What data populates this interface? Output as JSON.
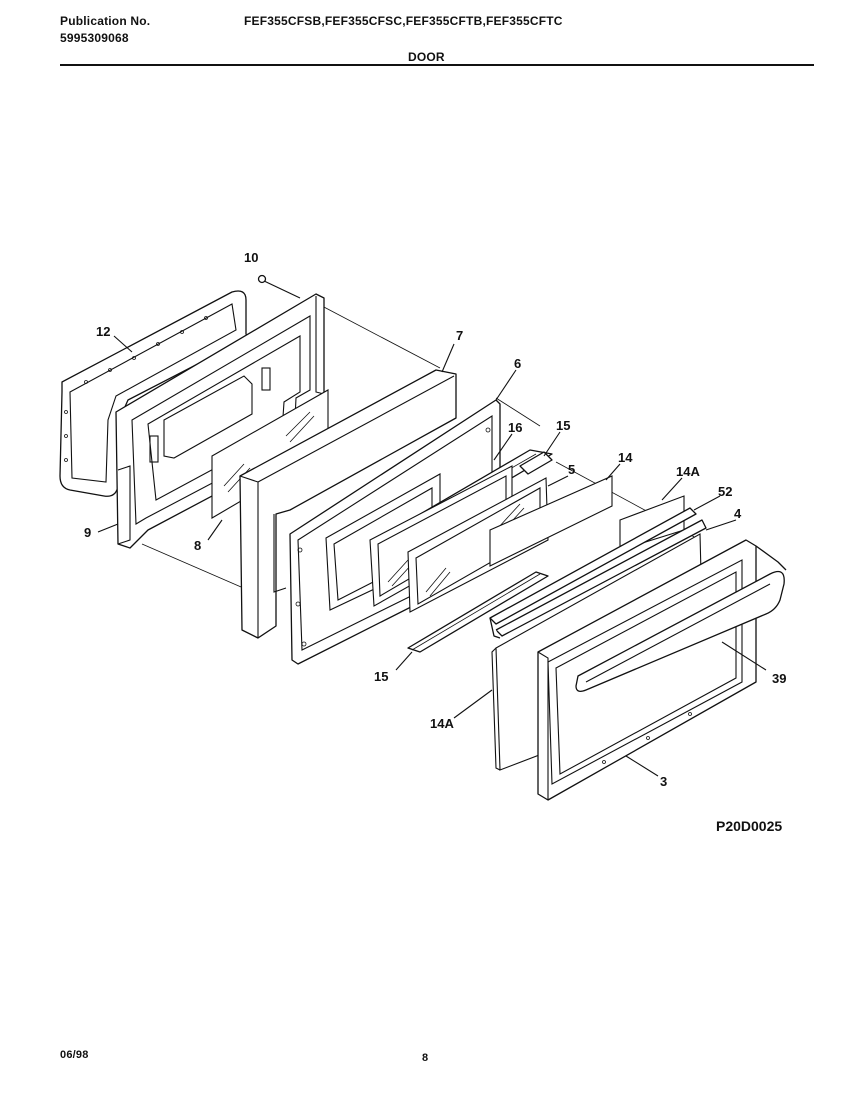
{
  "header": {
    "pub_label": "Publication No.",
    "pub_number": "5995309068",
    "models": "FEF355CFSB,FEF355CFSC,FEF355CFTB,FEF355CFTC",
    "section": "DOOR"
  },
  "callouts": {
    "c10": "10",
    "c12": "12",
    "c7": "7",
    "c6": "6",
    "c16": "16",
    "c15a": "15",
    "c14": "14",
    "c5": "5",
    "c14A_top": "14A",
    "c52": "52",
    "c4": "4",
    "c9": "9",
    "c8": "8",
    "c39": "39",
    "c15b": "15",
    "c14A_bot": "14A",
    "c3": "3"
  },
  "diagram_code": "P20D0025",
  "footer": {
    "date": "06/98",
    "page": "8"
  }
}
